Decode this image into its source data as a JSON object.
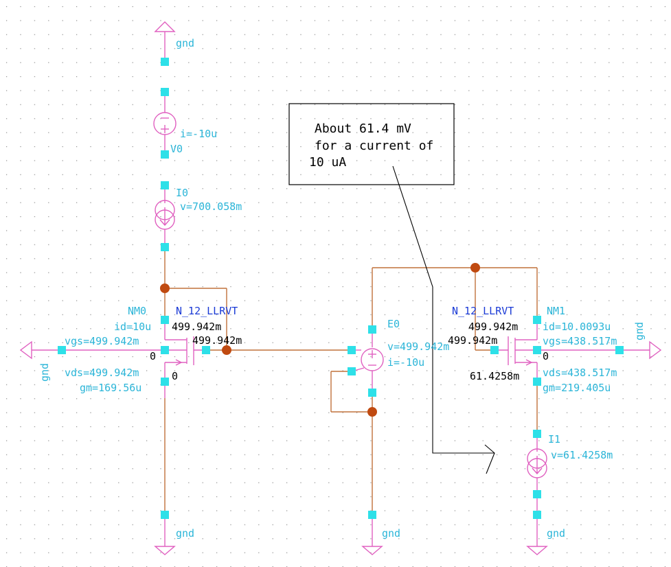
{
  "labels": {
    "gnd": "gnd",
    "v0_name": "V0",
    "v0_current": "i=-10u",
    "i0_name": "I0",
    "i0_voltage": "v=700.058m",
    "nm0": {
      "name": "NM0",
      "model": "N_12_LLRVT",
      "drain_node": "499.942m",
      "gate_node": "499.942m",
      "id": "id=10u",
      "vgs": "vgs=499.942m",
      "bulk": "0",
      "source": "0",
      "vds": "vds=499.942m",
      "gm": "gm=169.56u"
    },
    "e0_name": "E0",
    "e0_voltage": "v=499.942m",
    "e0_current": "i=-10u",
    "nm1": {
      "name": "NM1",
      "model": "N_12_LLRVT",
      "drain_node": "499.942m",
      "gate_node": "499.942m",
      "id": "id=10.0093u",
      "vgs": "vgs=438.517m",
      "bulk": "0",
      "source_node": "61.4258m",
      "vds": "vds=438.517m",
      "gm": "gm=219.405u"
    },
    "i1_name": "I1",
    "i1_voltage": "v=61.4258m"
  },
  "note": {
    "line1": "About 61.4 mV",
    "line2": "for a current of",
    "line3": "10 uA"
  },
  "colors": {
    "wire": "#c0703a",
    "component": "#e060c0",
    "pin": "#2ee0e8",
    "node_dot": "#c04a10",
    "annotation_cyan": "#2bb5d8",
    "model_blue": "#1a3ad6"
  }
}
